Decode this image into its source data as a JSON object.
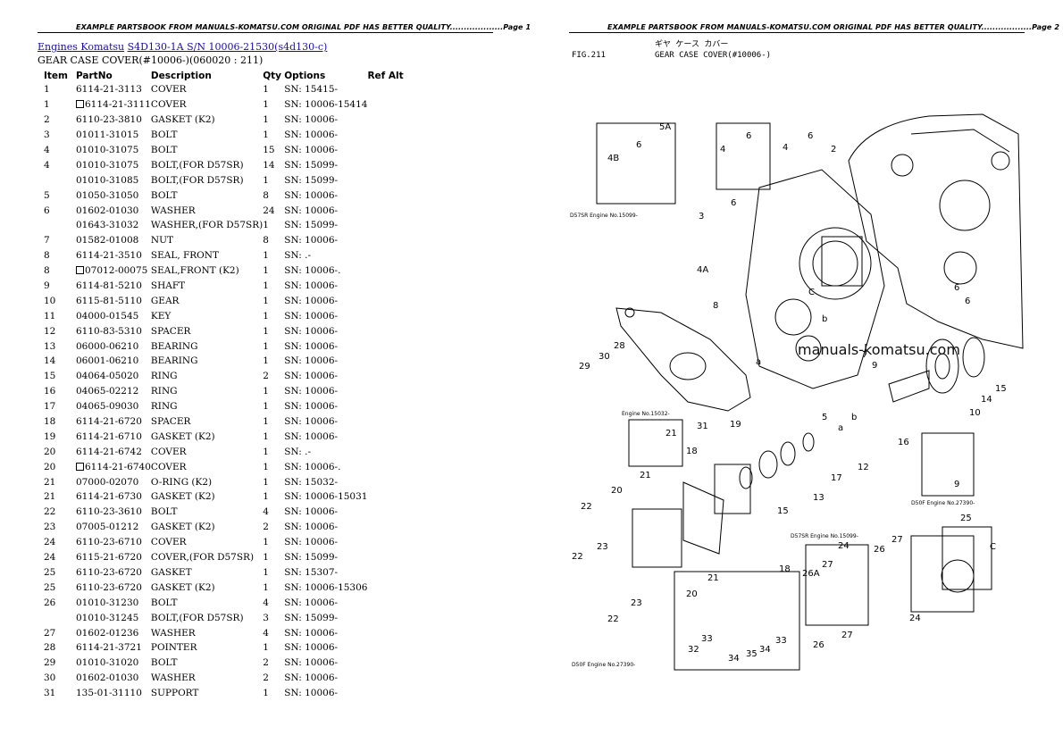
{
  "header_left": "EXAMPLE PARTSBOOK FROM MANUALS-KOMATSU.COM ORIGINAL PDF HAS BETTER QUALITY...................Page 1",
  "header_right": "EXAMPLE PARTSBOOK FROM MANUALS-KOMATSU.COM ORIGINAL PDF HAS BETTER QUALITY..................Page 2",
  "breadcrumb": {
    "engines": "Engines Komatsu",
    "model": "S4D130-1A S/N 10006-21530(s4d130-c)"
  },
  "subtitle": "GEAR CASE COVER(#10006-)(060020 : 211)",
  "columns": [
    "Item",
    "PartNo",
    "Description",
    "Qty",
    "Options",
    "Ref Alt"
  ],
  "rows": [
    {
      "item": "1",
      "part": "6114-21-3113",
      "desc": "COVER",
      "qty": "1",
      "opt": "SN: 15415-",
      "box": false
    },
    {
      "item": "1",
      "part": "6114-21-3111",
      "desc": "COVER",
      "qty": "1",
      "opt": "SN: 10006-15414",
      "box": true
    },
    {
      "item": "2",
      "part": "6110-23-3810",
      "desc": "GASKET (K2)",
      "qty": "1",
      "opt": "SN: 10006-",
      "box": false
    },
    {
      "item": "3",
      "part": "01011-31015",
      "desc": "BOLT",
      "qty": "1",
      "opt": "SN: 10006-",
      "box": false
    },
    {
      "item": "4",
      "part": "01010-31075",
      "desc": "BOLT",
      "qty": "15",
      "opt": "SN: 10006-",
      "box": false
    },
    {
      "item": "4",
      "part": "01010-31075",
      "desc": "BOLT,(FOR D57SR)",
      "qty": "14",
      "opt": "SN: 15099-",
      "box": false
    },
    {
      "item": "",
      "part": "01010-31085",
      "desc": "BOLT,(FOR D57SR)",
      "qty": "1",
      "opt": "SN: 15099-",
      "box": false
    },
    {
      "item": "5",
      "part": "01050-31050",
      "desc": "BOLT",
      "qty": "8",
      "opt": "SN: 10006-",
      "box": false
    },
    {
      "item": "6",
      "part": "01602-01030",
      "desc": "WASHER",
      "qty": "24",
      "opt": "SN: 10006-",
      "box": false
    },
    {
      "item": "",
      "part": "01643-31032",
      "desc": "WASHER,(FOR D57SR)",
      "qty": "1",
      "opt": "SN: 15099-",
      "box": false
    },
    {
      "item": "7",
      "part": "01582-01008",
      "desc": "NUT",
      "qty": "8",
      "opt": "SN: 10006-",
      "box": false
    },
    {
      "item": "8",
      "part": "6114-21-3510",
      "desc": "SEAL, FRONT",
      "qty": "1",
      "opt": "SN: .-",
      "box": false
    },
    {
      "item": "8",
      "part": "07012-00075",
      "desc": "SEAL,FRONT (K2)",
      "qty": "1",
      "opt": "SN: 10006-.",
      "box": true
    },
    {
      "item": "9",
      "part": "6114-81-5210",
      "desc": "SHAFT",
      "qty": "1",
      "opt": "SN: 10006-",
      "box": false
    },
    {
      "item": "10",
      "part": "6115-81-5110",
      "desc": "GEAR",
      "qty": "1",
      "opt": "SN: 10006-",
      "box": false
    },
    {
      "item": "11",
      "part": "04000-01545",
      "desc": "KEY",
      "qty": "1",
      "opt": "SN: 10006-",
      "box": false
    },
    {
      "item": "12",
      "part": "6110-83-5310",
      "desc": "SPACER",
      "qty": "1",
      "opt": "SN: 10006-",
      "box": false
    },
    {
      "item": "13",
      "part": "06000-06210",
      "desc": "BEARING",
      "qty": "1",
      "opt": "SN: 10006-",
      "box": false
    },
    {
      "item": "14",
      "part": "06001-06210",
      "desc": "BEARING",
      "qty": "1",
      "opt": "SN: 10006-",
      "box": false
    },
    {
      "item": "15",
      "part": "04064-05020",
      "desc": "RING",
      "qty": "2",
      "opt": "SN: 10006-",
      "box": false
    },
    {
      "item": "16",
      "part": "04065-02212",
      "desc": "RING",
      "qty": "1",
      "opt": "SN: 10006-",
      "box": false
    },
    {
      "item": "17",
      "part": "04065-09030",
      "desc": "RING",
      "qty": "1",
      "opt": "SN: 10006-",
      "box": false
    },
    {
      "item": "18",
      "part": "6114-21-6720",
      "desc": "SPACER",
      "qty": "1",
      "opt": "SN: 10006-",
      "box": false
    },
    {
      "item": "19",
      "part": "6114-21-6710",
      "desc": "GASKET (K2)",
      "qty": "1",
      "opt": "SN: 10006-",
      "box": false
    },
    {
      "item": "20",
      "part": "6114-21-6742",
      "desc": "COVER",
      "qty": "1",
      "opt": "SN: .-",
      "box": false
    },
    {
      "item": "20",
      "part": "6114-21-6740",
      "desc": "COVER",
      "qty": "1",
      "opt": "SN: 10006-.",
      "box": true
    },
    {
      "item": "21",
      "part": "07000-02070",
      "desc": "O-RING (K2)",
      "qty": "1",
      "opt": "SN: 15032-",
      "box": false
    },
    {
      "item": "21",
      "part": "6114-21-6730",
      "desc": "GASKET (K2)",
      "qty": "1",
      "opt": "SN: 10006-15031",
      "box": false
    },
    {
      "item": "22",
      "part": "6110-23-3610",
      "desc": "BOLT",
      "qty": "4",
      "opt": "SN: 10006-",
      "box": false
    },
    {
      "item": "23",
      "part": "07005-01212",
      "desc": "GASKET (K2)",
      "qty": "2",
      "opt": "SN: 10006-",
      "box": false
    },
    {
      "item": "24",
      "part": "6110-23-6710",
      "desc": "COVER",
      "qty": "1",
      "opt": "SN: 10006-",
      "box": false
    },
    {
      "item": "24",
      "part": "6115-21-6720",
      "desc": "COVER,(FOR D57SR)",
      "qty": "1",
      "opt": "SN: 15099-",
      "box": false
    },
    {
      "item": "25",
      "part": "6110-23-6720",
      "desc": "GASKET",
      "qty": "1",
      "opt": "SN: 15307-",
      "box": false
    },
    {
      "item": "25",
      "part": "6110-23-6720",
      "desc": "GASKET (K2)",
      "qty": "1",
      "opt": "SN: 10006-15306",
      "box": false
    },
    {
      "item": "26",
      "part": "01010-31230",
      "desc": "BOLT",
      "qty": "4",
      "opt": "SN: 10006-",
      "box": false
    },
    {
      "item": "",
      "part": "01010-31245",
      "desc": "BOLT,(FOR D57SR)",
      "qty": "3",
      "opt": "SN: 15099-",
      "box": false
    },
    {
      "item": "27",
      "part": "01602-01236",
      "desc": "WASHER",
      "qty": "4",
      "opt": "SN: 10006-",
      "box": false
    },
    {
      "item": "28",
      "part": "6114-21-3721",
      "desc": "POINTER",
      "qty": "1",
      "opt": "SN: 10006-",
      "box": false
    },
    {
      "item": "29",
      "part": "01010-31020",
      "desc": "BOLT",
      "qty": "2",
      "opt": "SN: 10006-",
      "box": false
    },
    {
      "item": "30",
      "part": "01602-01030",
      "desc": "WASHER",
      "qty": "2",
      "opt": "SN: 10006-",
      "box": false
    },
    {
      "item": "31",
      "part": "135-01-31110",
      "desc": "SUPPORT",
      "qty": "1",
      "opt": "SN: 10006-",
      "box": false
    }
  ],
  "figure": {
    "fig_label": "FIG.211",
    "fig_title_jp": "ギヤ ケース カバー",
    "fig_title": "GEAR CASE COVER(#10006-)",
    "watermark": "manuals-komatsu.com",
    "inset_d57sr": "D57SR Engine No.15099-",
    "inset_15032": "Engine No.15032-",
    "inset_27390": "D50F Engine No.27390-",
    "inset_15099b": "D57SR Engine No.15099-",
    "inset_d50f": "D50F Engine No.27390-"
  }
}
